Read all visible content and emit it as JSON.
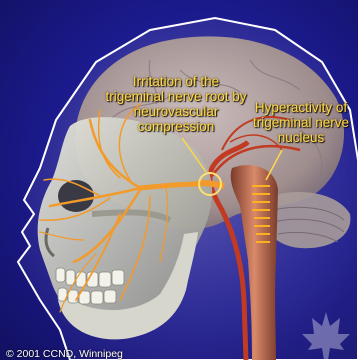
{
  "labels": {
    "irritation": [
      "Irritation of the",
      "trigeminal nerve root by",
      "neurovascular",
      "compression"
    ],
    "hyperactivity": [
      "Hyperactivity of",
      "trigeminal nerve",
      "nucleus"
    ]
  },
  "copyright": "© 2001 CCND, Winnipeg",
  "colors": {
    "background": "#1b1a8c",
    "label_text": "#ffd84a",
    "nerve": "#f29a2a",
    "artery": "#c23a22",
    "bone": "#cfcfc4",
    "brain": "#b9a79e"
  }
}
